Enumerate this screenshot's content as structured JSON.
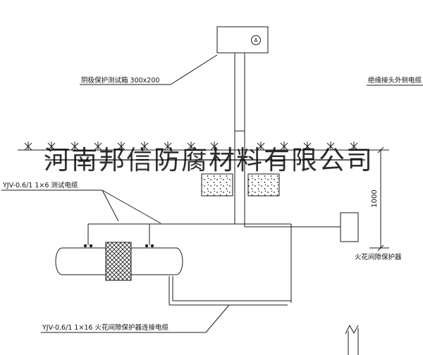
{
  "drawing": {
    "labels": {
      "test_box": "阴极保护测试箱 300x200",
      "insulated_joint_cable": "绝缘接头外侧电缆",
      "test_cable": "YJV-0.6/1 1×6  测试电缆",
      "dimension_1000": "1000",
      "spark_gap_protector": "火花间隙保护器",
      "connection_cable": "YJV-0.6/1 1×16  火花间隙保护器连接电缆",
      "meter_symbol": "A"
    },
    "watermark": "河南邦信防腐材料有限公司",
    "colors": {
      "line": "#1a1a1a",
      "text": "#111111",
      "watermark": "#000000"
    }
  }
}
